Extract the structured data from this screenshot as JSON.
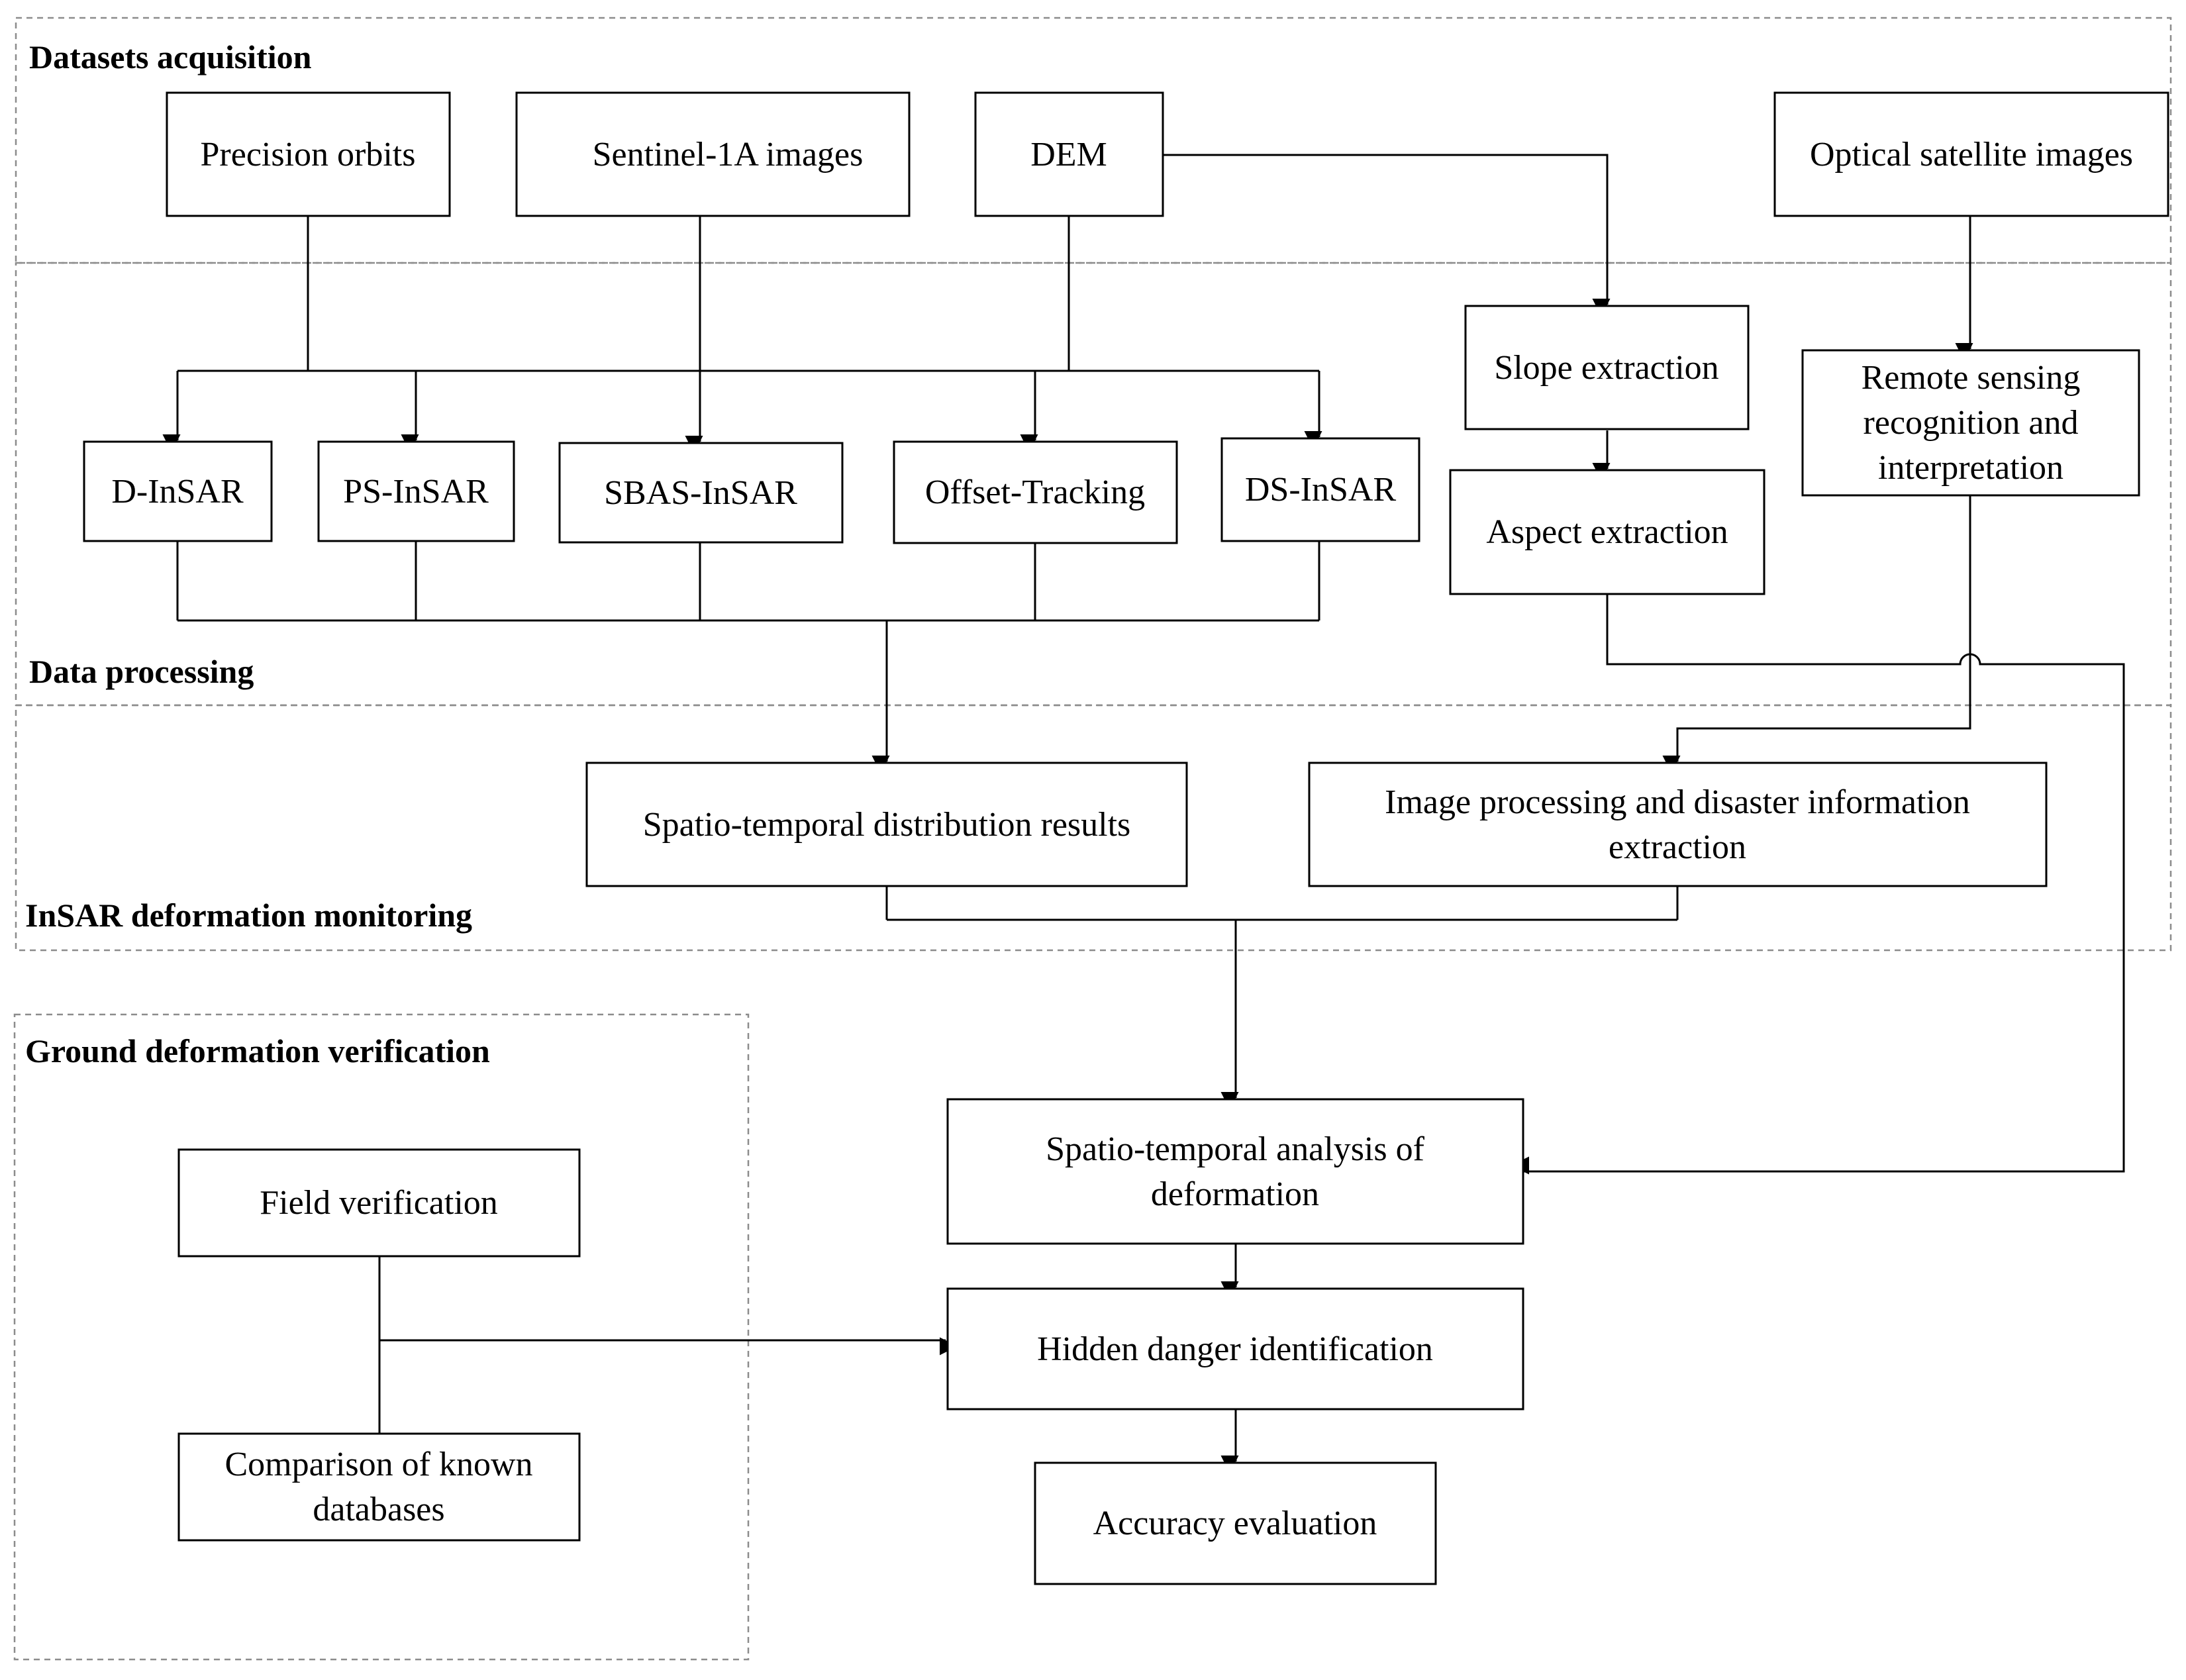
{
  "sections": {
    "datasets": "Datasets acquisition",
    "processing": "Data processing",
    "monitoring": "InSAR deformation monitoring",
    "ground": "Ground deformation verification"
  },
  "nodes": {
    "orbits": [
      "Precision orbits"
    ],
    "sentinel": [
      "Sentinel-1A images"
    ],
    "dem": [
      "DEM"
    ],
    "optical": [
      "Optical satellite images"
    ],
    "slope": [
      "Slope extraction"
    ],
    "aspect": [
      "Aspect extraction"
    ],
    "remote": [
      "Remote sensing",
      "recognition and",
      "interpretation"
    ],
    "dinsar": [
      "D-InSAR"
    ],
    "psinsar": [
      "PS-InSAR"
    ],
    "sbas": [
      "SBAS-InSAR"
    ],
    "offset": [
      "Offset-Tracking"
    ],
    "dsinsar": [
      "DS-InSAR"
    ],
    "spatio_dist": [
      "Spatio-temporal  distribution results"
    ],
    "image_proc": [
      "Image processing and disaster information",
      "extraction"
    ],
    "spatio_analysis": [
      "Spatio-temporal analysis of",
      "deformation"
    ],
    "field": [
      "Field verification"
    ],
    "comparison": [
      "Comparison of known",
      "databases"
    ],
    "hidden": [
      "Hidden danger identification"
    ],
    "accuracy": [
      "Accuracy evaluation"
    ]
  },
  "colors": {
    "line": "#000000",
    "zone_border": "#8c8c8c",
    "background": "#ffffff"
  }
}
